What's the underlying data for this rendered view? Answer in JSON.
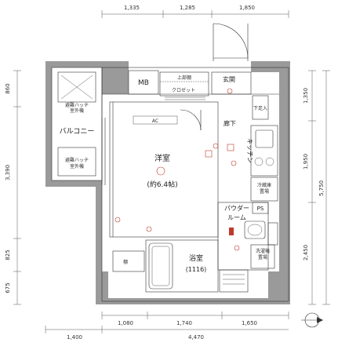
{
  "dimensions": {
    "top": [
      "1,335",
      "1,285",
      "1,850"
    ],
    "bottom_inner": [
      "1,080",
      "1,740",
      "1,650"
    ],
    "bottom_outer": [
      "1,400",
      "4,470"
    ],
    "left": [
      "860",
      "3,390",
      "825",
      "675"
    ],
    "right_inner": [
      "1,350",
      "1,950",
      "2,450"
    ],
    "right_outer": "5,750"
  },
  "rooms": {
    "mb": "MB",
    "genkan": "玄関",
    "shoe_box": "下足入",
    "closet_upper": "上部棚",
    "closet": "クロゼット",
    "rouka": "廊下",
    "kitchen": "キッチン",
    "youshitsu": "洋室",
    "youshitsu_size": "(約6.4帖)",
    "ac": "AC",
    "balcony": "バルコニー",
    "balcony_note": "避難ハッチ",
    "aircon_unit_1": "室外機",
    "aircon_unit_2": "室外機",
    "powder_1": "パウダー",
    "powder_2": "ルーム",
    "ps": "PS",
    "fridge_1": "冷蔵庫",
    "fridge_2": "置場",
    "washer_1": "洗濯機",
    "washer_2": "置場",
    "tana": "棚",
    "bath": "浴室",
    "bath_size": "(1116)"
  }
}
